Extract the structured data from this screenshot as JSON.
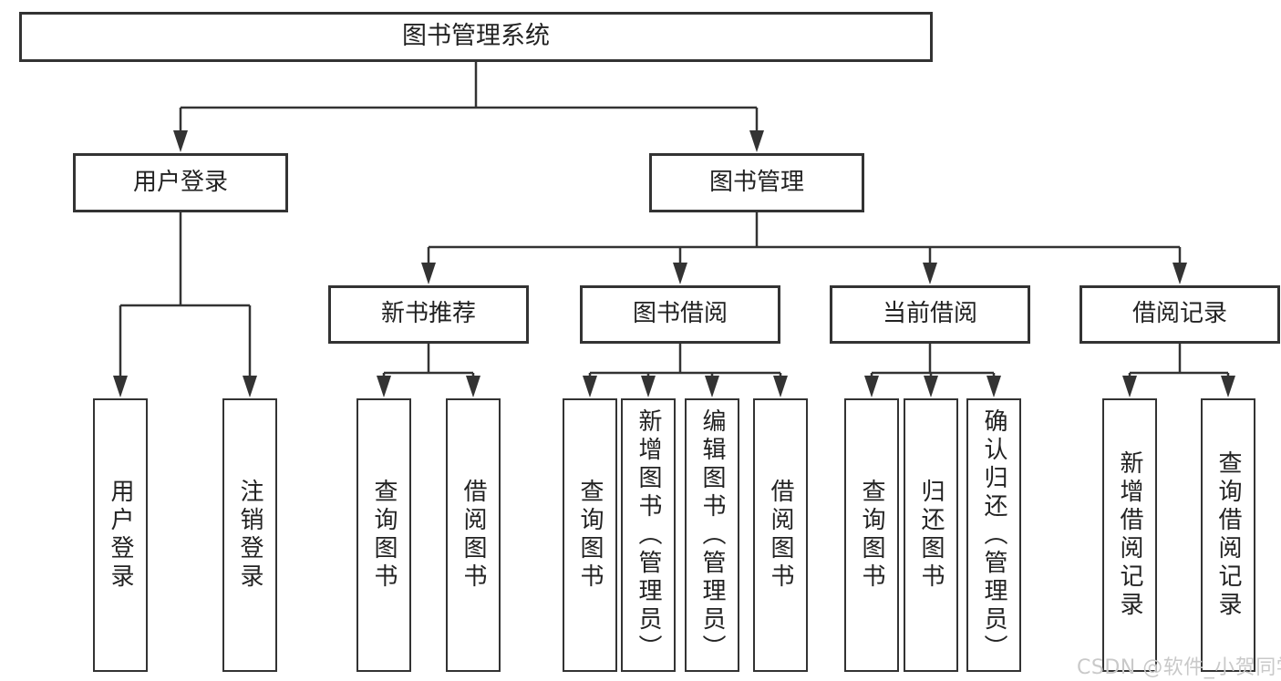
{
  "diagram": {
    "type": "hierarchy-tree",
    "orientation": "top-down",
    "tree": {
      "label": "图书管理系统",
      "children": [
        {
          "label": "用户登录",
          "children": [
            {
              "label": "用户登录"
            },
            {
              "label": "注销登录"
            }
          ]
        },
        {
          "label": "图书管理",
          "children": [
            {
              "label": "新书推荐",
              "children": [
                {
                  "label": "查询图书"
                },
                {
                  "label": "借阅图书"
                }
              ]
            },
            {
              "label": "图书借阅",
              "children": [
                {
                  "label": "查询图书"
                },
                {
                  "label": "新增图书（管理员）"
                },
                {
                  "label": "编辑图书（管理员）"
                },
                {
                  "label": "借阅图书"
                }
              ]
            },
            {
              "label": "当前借阅",
              "children": [
                {
                  "label": "查询图书"
                },
                {
                  "label": "归还图书"
                },
                {
                  "label": "确认归还（管理员）"
                }
              ]
            },
            {
              "label": "借阅记录",
              "children": [
                {
                  "label": "新增借阅记录"
                },
                {
                  "label": "查询借阅记录"
                }
              ]
            }
          ]
        }
      ]
    }
  },
  "colors": {
    "line": "#333333",
    "box_border": "#333333",
    "box_background": "#ffffff",
    "text": "#222222",
    "watermark": "#c9c9c9"
  },
  "watermark": {
    "text": "CSDN @软件_小贺同学"
  }
}
